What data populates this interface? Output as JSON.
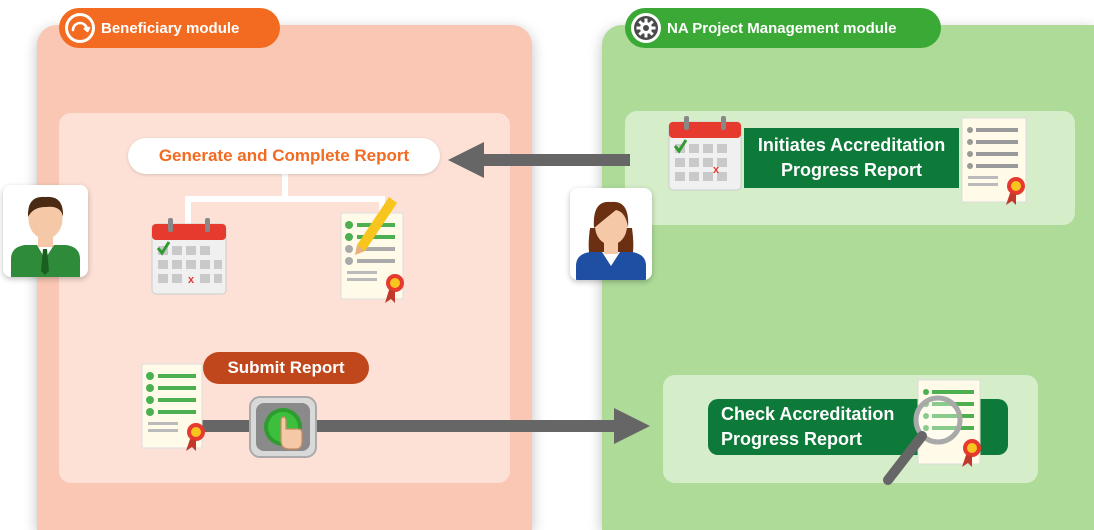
{
  "beneficiary_module": {
    "header": "Beneficiary module",
    "generate_label": "Generate and Complete Report",
    "submit_label": "Submit Report"
  },
  "na_module": {
    "header": "NA Project Management module",
    "initiates_line1": "Initiates Accreditation",
    "initiates_line2": "Progress Report",
    "check_line1": "Check Accreditation",
    "check_line2": "Progress Report"
  },
  "colors": {
    "beneficiary_accent": "#f26b21",
    "beneficiary_panel": "#f9c7b3",
    "na_accent": "#3aa935",
    "na_panel": "#aedc98",
    "dark_green": "#0e7a3a",
    "submit_red": "#c0461c",
    "arrow_gray": "#666666"
  },
  "icons": [
    "refresh-icon",
    "gear-icon",
    "calendar-icon",
    "certificate-icon",
    "pencil-icon",
    "magnifier-icon",
    "hand-press-button-icon",
    "man-avatar",
    "woman-avatar"
  ]
}
